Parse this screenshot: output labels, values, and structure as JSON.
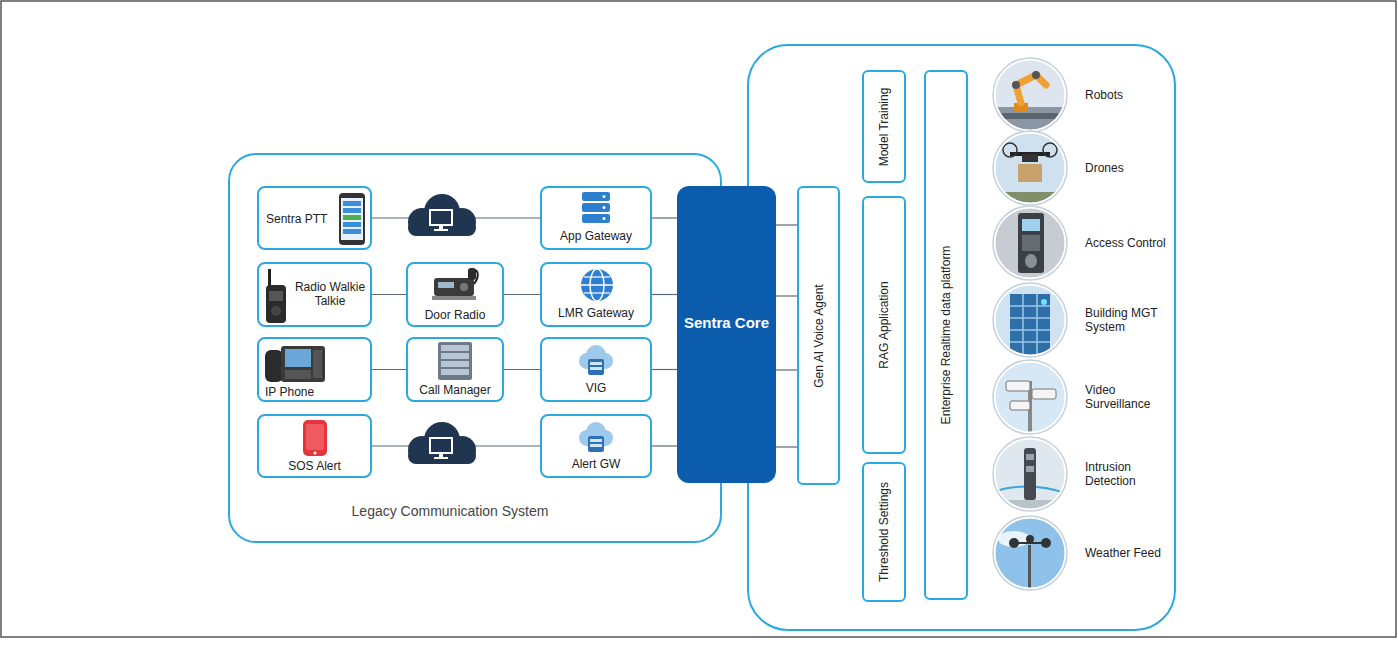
{
  "diagram": {
    "nodes": [
      {
        "text": [
          "Legacy Communication System"
        ]
      },
      {
        "text": [
          "Sentra PTT"
        ],
        "in": 0
      },
      {
        "text": [
          "App Gateway"
        ],
        "in": 0
      },
      {
        "text": [
          "Radio Walkie Talkie"
        ],
        "in": 0
      },
      {
        "text": [
          "Door Radio"
        ],
        "in": 0
      },
      {
        "text": [
          "LMR Gateway"
        ],
        "in": 0
      },
      {
        "text": [
          "IP Phone"
        ],
        "in": 0
      },
      {
        "text": [
          "Call Manager"
        ],
        "in": 0
      },
      {
        "text": [
          "VIG"
        ],
        "in": 0
      },
      {
        "text": [
          "SOS Alert"
        ],
        "in": 0
      },
      {
        "text": [
          "Alert GW"
        ],
        "in": 0
      },
      {
        "text": [
          "Sentra Core"
        ]
      },
      {
        "text": [
          "Gen AI Voice Agent"
        ]
      },
      {
        "text": [
          "Model Training"
        ]
      },
      {
        "text": [
          "RAG Application"
        ]
      },
      {
        "text": [
          "Threshold Settings"
        ]
      },
      {
        "text": [
          "Enterprise Realtime data platform"
        ]
      },
      {
        "text": [
          "Robots"
        ]
      },
      {
        "text": [
          "Drones"
        ]
      },
      {
        "text": [
          "Access Control"
        ]
      },
      {
        "text": [
          "Building MGT System"
        ]
      },
      {
        "text": [
          "Video Surveillance"
        ]
      },
      {
        "text": [
          "Intrusion Detection"
        ]
      },
      {
        "text": [
          "Weather Feed"
        ]
      }
    ],
    "edges": [
      {
        "from": 1,
        "to": 2,
        "arrow": "none"
      },
      {
        "from": 3,
        "to": 4,
        "arrow": "none"
      },
      {
        "from": 4,
        "to": 5,
        "arrow": "none"
      },
      {
        "from": 6,
        "to": 7,
        "arrow": "none"
      },
      {
        "from": 7,
        "to": 8,
        "arrow": "none"
      },
      {
        "from": 9,
        "to": 10,
        "arrow": "none"
      },
      {
        "from": 2,
        "to": 11,
        "arrow": "none"
      },
      {
        "from": 5,
        "to": 11,
        "arrow": "none"
      },
      {
        "from": 8,
        "to": 11,
        "arrow": "none"
      },
      {
        "from": 10,
        "to": 11,
        "arrow": "none"
      },
      {
        "from": 11,
        "to": 12,
        "arrow": "none"
      },
      {
        "from": 11,
        "to": 12,
        "arrow": "none"
      },
      {
        "from": 11,
        "to": 12,
        "arrow": "none"
      },
      {
        "from": 11,
        "to": 12,
        "arrow": "none"
      }
    ]
  }
}
